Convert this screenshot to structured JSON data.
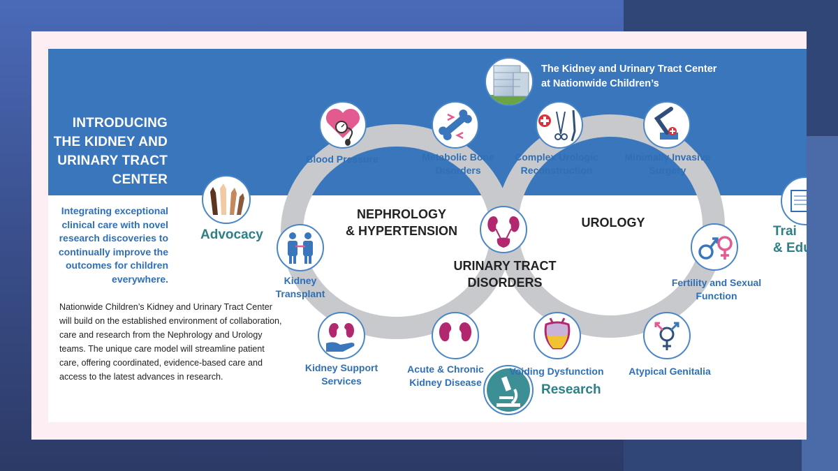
{
  "intro": {
    "title": "INTRODUCING THE KIDNEY AND URINARY TRACT CENTER",
    "subtitle": "Integrating exceptional clinical care with novel research discoveries to continually improve the outcomes for children everywhere.",
    "body": "Nationwide Children’s Kidney and Urinary Tract Center will build on the established environment of collaboration, care and research from the Nephrology and Urology teams. The unique care model will streamline patient care, offering coordinated, evidence-based care and access to the latest advances in research."
  },
  "center": {
    "line1": "The Kidney and Urinary Tract Center",
    "line2": "at Nationwide Children’s",
    "icon": "hospital-building-icon"
  },
  "loops": {
    "left_line1": "NEPHROLOGY",
    "left_line2": "& HYPERTENSION",
    "right": "UROLOGY",
    "middle_line1": "URINARY TRACT",
    "middle_line2": "DISORDERS"
  },
  "nodes": {
    "blood_pressure": {
      "label": "Blood Pressure",
      "icon": "heart-blood-pressure-icon"
    },
    "metabolic_bone": {
      "line1": "Metabolic Bone",
      "line2": "Disorders",
      "icon": "bone-icon"
    },
    "kidney_transplant": {
      "line1": "Kidney",
      "line2": "Transplant",
      "icon": "transplant-people-icon"
    },
    "kidney_support": {
      "line1": "Kidney Support",
      "line2": "Services",
      "icon": "kidney-hand-icon"
    },
    "acute_chronic": {
      "line1": "Acute & Chronic",
      "line2": "Kidney Disease",
      "icon": "kidneys-icon"
    },
    "urinary_tract": {
      "icon": "urinary-tract-icon"
    },
    "complex_urologic": {
      "line1": "Complex Urologic",
      "line2": "Reconstruction",
      "icon": "surgical-tools-icon"
    },
    "minimally_invasive": {
      "line1": "Minimally Invasive",
      "line2": "Surgery",
      "icon": "robotic-arm-icon"
    },
    "fertility": {
      "line1": "Fertility and Sexual",
      "line2": "Function",
      "icon": "gender-symbols-icon"
    },
    "voiding": {
      "label": "Voiding Dysfunction",
      "icon": "bladder-icon"
    },
    "atypical": {
      "label": "Atypical Genitalia",
      "icon": "transgender-symbol-icon"
    }
  },
  "pillars": {
    "advocacy": {
      "label": "Advocacy",
      "icon": "raised-hands-icon"
    },
    "research": {
      "label": "Research",
      "icon": "microscope-icon"
    },
    "training_line1": "Trai",
    "training_line2": "& Edu",
    "training_icon": "document-icon"
  },
  "colors": {
    "band_blue": "#3a76bb",
    "label_blue": "#2f6fb5",
    "teal": "#2e7f86",
    "magenta": "#b2286f",
    "ring_gray": "#c7c9cd"
  }
}
